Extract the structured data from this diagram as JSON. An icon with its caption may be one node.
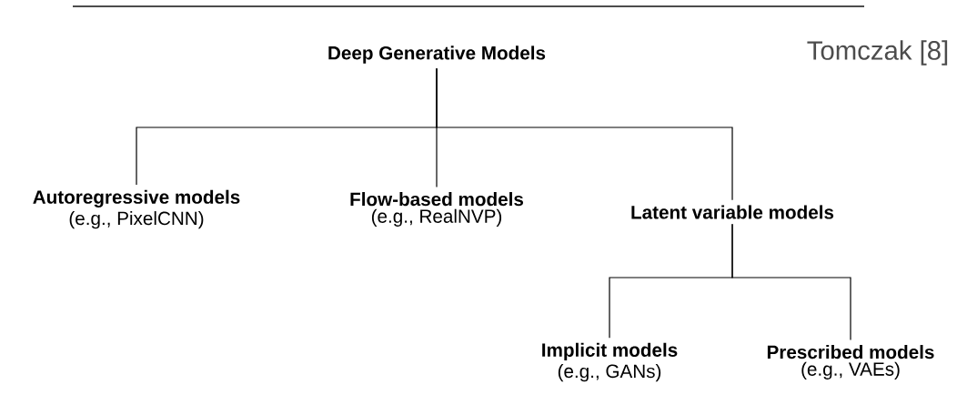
{
  "diagram": {
    "nodes": [
      {
        "text": [
          "Deep Generative Models"
        ]
      },
      {
        "text": [
          "Autoregressive models",
          "(e.g., PixelCNN)"
        ]
      },
      {
        "text": [
          "Flow-based models",
          "(e.g., RealNVP)"
        ]
      },
      {
        "text": [
          "Latent variable models"
        ]
      },
      {
        "text": [
          "Implicit models",
          "(e.g., GANs)"
        ]
      },
      {
        "text": [
          "Prescribed models",
          "(e.g., VAEs)"
        ]
      }
    ],
    "edges": [
      {
        "from": 0,
        "to": 1,
        "arrow": "none"
      },
      {
        "from": 0,
        "to": 2,
        "arrow": "none"
      },
      {
        "from": 0,
        "to": 3,
        "arrow": "none"
      },
      {
        "from": 3,
        "to": 4,
        "arrow": "none"
      },
      {
        "from": 3,
        "to": 5,
        "arrow": "none"
      }
    ],
    "labels": [
      "Tomczak [8]"
    ]
  }
}
